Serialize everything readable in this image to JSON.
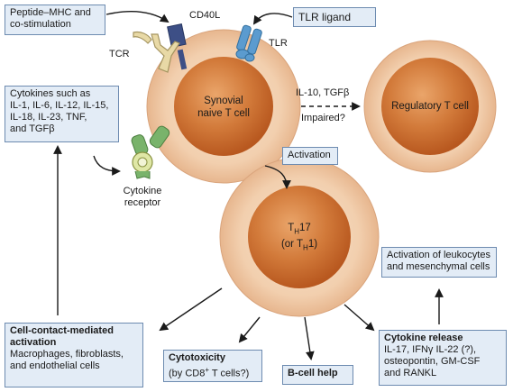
{
  "boxes": {
    "peptide_mhc": [
      "Peptide–MHC and",
      "co-stimulation"
    ],
    "tlr_ligand": "TLR ligand",
    "cytokines_in": [
      "Cytokines such as",
      "IL-1, IL-6, IL-12, IL-15,",
      "IL-18, IL-23, TNF,",
      "and TGFβ"
    ],
    "activation": "Activation",
    "activation_leukocytes": [
      "Activation of leukocytes",
      "and mesenchymal cells"
    ],
    "cell_contact": {
      "title": [
        "Cell-contact-mediated",
        "activation"
      ],
      "body": [
        "Macrophages, fibroblasts,",
        "and endothelial cells"
      ]
    },
    "cytotoxicity": {
      "title": "Cytotoxicity",
      "body_pre": "(by CD8",
      "body_sup": "+",
      "body_post": " T cells?)"
    },
    "b_cell_help": "B-cell help",
    "cytokine_release": {
      "title": "Cytokine release",
      "body": [
        "IL-17, IFNγ IL-22 (?),",
        "osteopontin, GM-CSF",
        "and RANKL"
      ]
    }
  },
  "labels": {
    "cd40l": "CD40L",
    "tcr": "TCR",
    "tlr": "TLR",
    "cytokine_receptor": [
      "Cytokine",
      "receptor"
    ],
    "il10_tgfb": "IL-10, TGFβ",
    "impaired": "Impaired?"
  },
  "cells": {
    "naive": [
      "Synovial",
      "naive T cell"
    ],
    "regulatory": "Regulatory T cell",
    "th17": {
      "l1_base": "T",
      "l1_sub": "H",
      "l1_post": "17",
      "l2_pre": "(or T",
      "l2_sub": "H",
      "l2_post": "1)"
    }
  },
  "colors": {
    "cell_outer": "#f2cfae",
    "cell_outer_edge": "#d9a47c",
    "nucleus": "#c8692c",
    "nucleus_highlight": "#e3995e",
    "box_fill": "#e3ecf6",
    "box_border": "#6d8bb0",
    "cd40l": "#3d4f86",
    "tlr": "#5b9bcf",
    "tcr": "#e8d9a6",
    "receptor": "#79b36b"
  },
  "icons": [
    "cd40l-receptor-icon",
    "tcr-receptor-icon",
    "tlr-receptor-icon",
    "cytokine-receptor-icon"
  ]
}
